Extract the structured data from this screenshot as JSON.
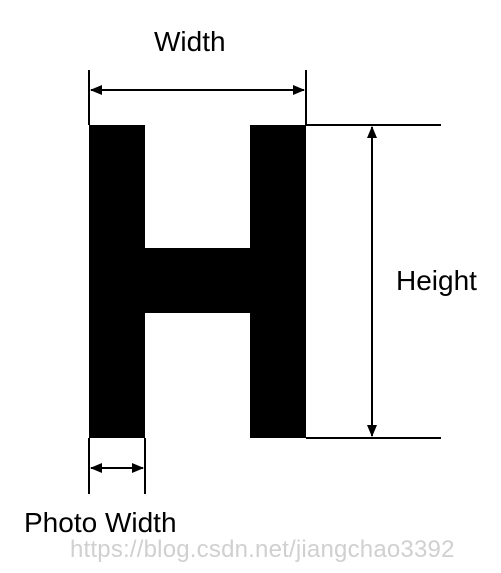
{
  "labels": {
    "width": "Width",
    "height": "Height",
    "photo_width": "Photo Width"
  },
  "watermark": "https://blog.csdn.net/jiangchao3392",
  "colors": {
    "glyph": "#000000",
    "lines": "#000000",
    "watermark": "#d0d0d0",
    "background": "#ffffff"
  }
}
